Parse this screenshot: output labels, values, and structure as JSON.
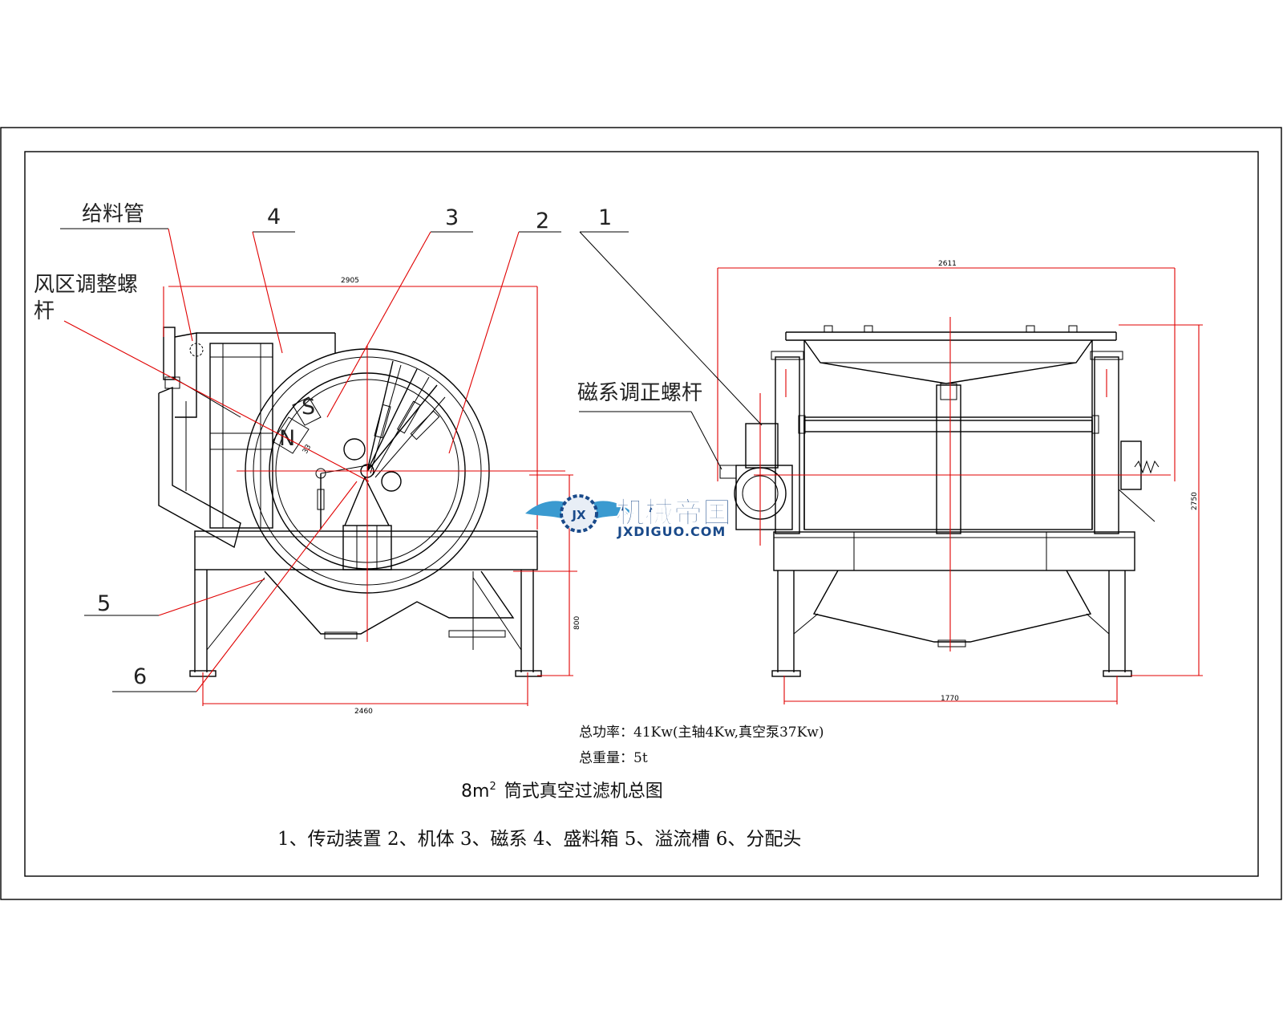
{
  "labels": {
    "feed_pipe": "给料管",
    "wind_zone_line1": "风区调整螺",
    "wind_zone_line2": "杆",
    "magnet_adjust": "磁系调正螺杆",
    "part1": "1",
    "part2": "2",
    "part3": "3",
    "part4": "4",
    "part5": "5",
    "part6": "6",
    "pole_n": "N",
    "pole_s": "S"
  },
  "dimensions": {
    "left_width": "2905",
    "left_base": "2460",
    "left_height": "800",
    "right_width": "2611",
    "right_base": "1770",
    "right_height": "2750"
  },
  "specs": {
    "power": "总功率：41Kw(主轴4Kw,真空泵37Kw)",
    "weight": "总重量：5t"
  },
  "title": {
    "prefix": "8m",
    "sup": "2",
    "name": "筒式真空过滤机总图"
  },
  "legend": "1、传动装置 2、机体 3、磁系 4、盛料箱 5、溢流槽 6、分配头",
  "watermark": {
    "cn": "机械帝国",
    "en": "JXDIGUO.COM",
    "badge": "JX"
  },
  "colors": {
    "line": "#000000",
    "centerline": "#e00000",
    "watermark_text": "#1a4a8a",
    "watermark_wing": "#3a9ad0"
  }
}
